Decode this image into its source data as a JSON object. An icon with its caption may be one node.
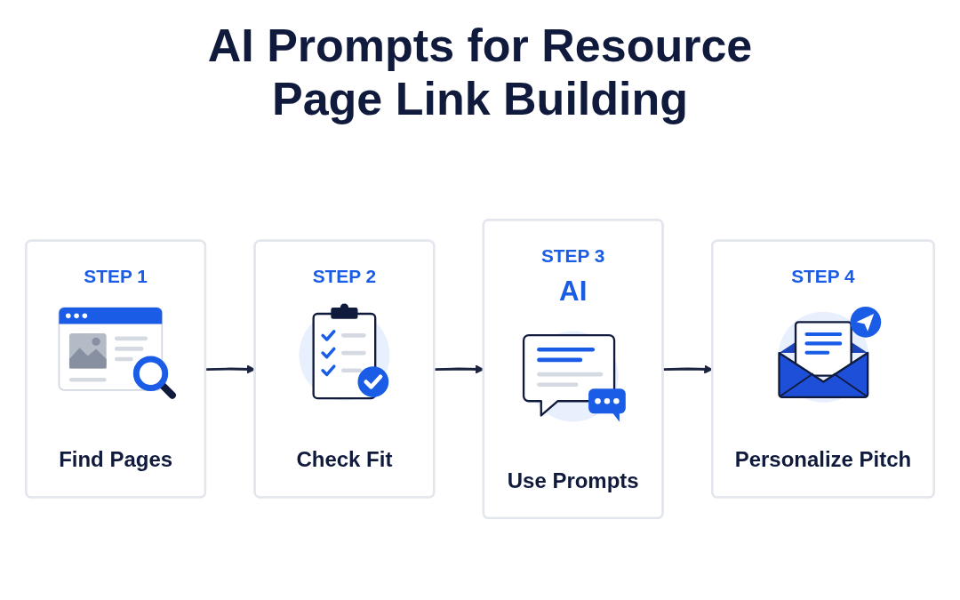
{
  "diagram": {
    "title": "AI Prompts for Resource Page Link Building",
    "nodes": [
      {
        "text": [
          "STEP 1",
          "Find Pages"
        ]
      },
      {
        "text": [
          "STEP 2",
          "Check Fit"
        ]
      },
      {
        "text": [
          "STEP 3",
          "AI",
          "Use Prompts"
        ]
      },
      {
        "text": [
          "STEP 4",
          "Personalize Pitch"
        ]
      }
    ],
    "edges": [
      {
        "from": 0,
        "to": 1,
        "arrow": "to"
      },
      {
        "from": 1,
        "to": 2,
        "arrow": "to"
      },
      {
        "from": 2,
        "to": 3,
        "arrow": "to"
      }
    ]
  }
}
